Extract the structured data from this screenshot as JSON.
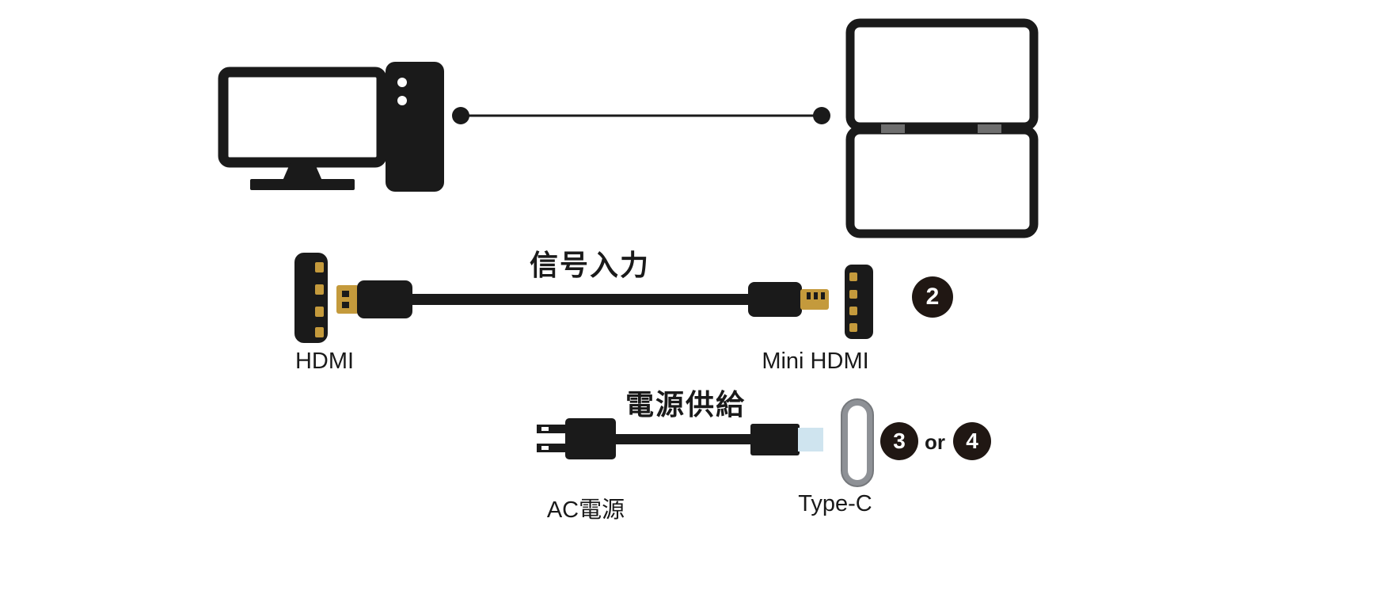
{
  "colors": {
    "ink": "#1a1a1a",
    "gold": "#c49a3c",
    "hinge": "#6e6e6e",
    "plug-tip": "#cfe4ef",
    "port-gray": "#8e9196",
    "badge": "#201713"
  },
  "icons": [
    "desktop-pc-icon",
    "connection-line",
    "dual-screen-monitor-icon",
    "hdmi-port-icon",
    "hdmi-cable-icon",
    "mini-hdmi-port-icon",
    "ac-plug-cable-icon",
    "type-c-port-icon"
  ],
  "signal": {
    "title": "信号入力",
    "left_port_label": "HDMI",
    "right_port_label": "Mini HDMI",
    "step_badge": "2"
  },
  "power": {
    "title": "電源供給",
    "left_label": "AC電源",
    "right_label": "Type-C",
    "step_badge_a": "3",
    "or_text": "or",
    "step_badge_b": "4"
  }
}
